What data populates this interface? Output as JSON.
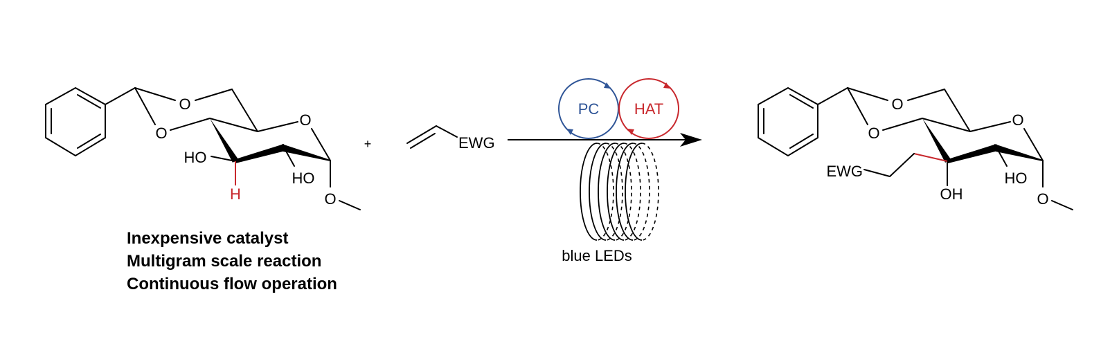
{
  "colors": {
    "pc": "#2f5597",
    "hat": "#c8282d",
    "highlight": "#c8282d",
    "ink": "#000000"
  },
  "reactant": {
    "labels": {
      "o_top": "O",
      "o_lower": "O",
      "o_ring": "O",
      "ho_c3": "HO",
      "h_c3": "H",
      "ho_c2": "HO",
      "o_methoxy": "O"
    }
  },
  "plus": "+",
  "alkene": {
    "ewg": "EWG"
  },
  "conditions": {
    "pc": "PC",
    "hat": "HAT",
    "light": "blue LEDs"
  },
  "product": {
    "labels": {
      "o_top": "O",
      "o_lower": "O",
      "o_ring": "O",
      "ewg": "EWG",
      "oh_c3": "OH",
      "ho_c2": "HO",
      "o_methoxy": "O"
    }
  },
  "features": [
    "Inexpensive catalyst",
    "Multigram scale reaction",
    "Continuous flow operation"
  ]
}
